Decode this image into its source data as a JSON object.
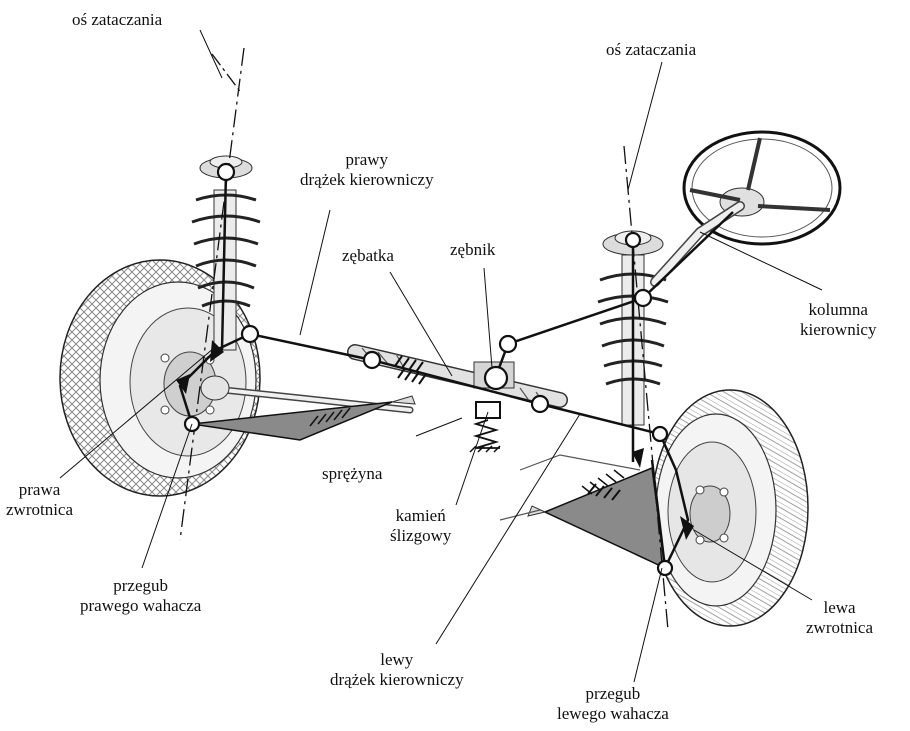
{
  "labels": {
    "right_axis": "oś zataczania",
    "left_axis": "oś zataczania",
    "right_tie_rod_l1": "prawy",
    "right_tie_rod_l2": "drążek kierowniczy",
    "rack": "zębatka",
    "pinion": "zębnik",
    "steering_column_l1": "kolumna",
    "steering_column_l2": "kierownicy",
    "right_knuckle_l1": "prawa",
    "right_knuckle_l2": "zwrotnica",
    "spring": "sprężyna",
    "slide_block_l1": "kamień",
    "slide_block_l2": "ślizgowy",
    "right_arm_joint_l1": "przegub",
    "right_arm_joint_l2": "prawego wahacza",
    "left_tie_rod_l1": "lewy",
    "left_tie_rod_l2": "drążek kierowniczy",
    "left_arm_joint_l1": "przegub",
    "left_arm_joint_l2": "lewego wahacza",
    "left_knuckle_l1": "lewa",
    "left_knuckle_l2": "zwrotnica"
  },
  "colors": {
    "line": "#111111",
    "wishbone_fill": "#8a8a8a",
    "component_fill": "#d8d8d8",
    "tire": "#9a9a9a",
    "background": "#ffffff"
  }
}
